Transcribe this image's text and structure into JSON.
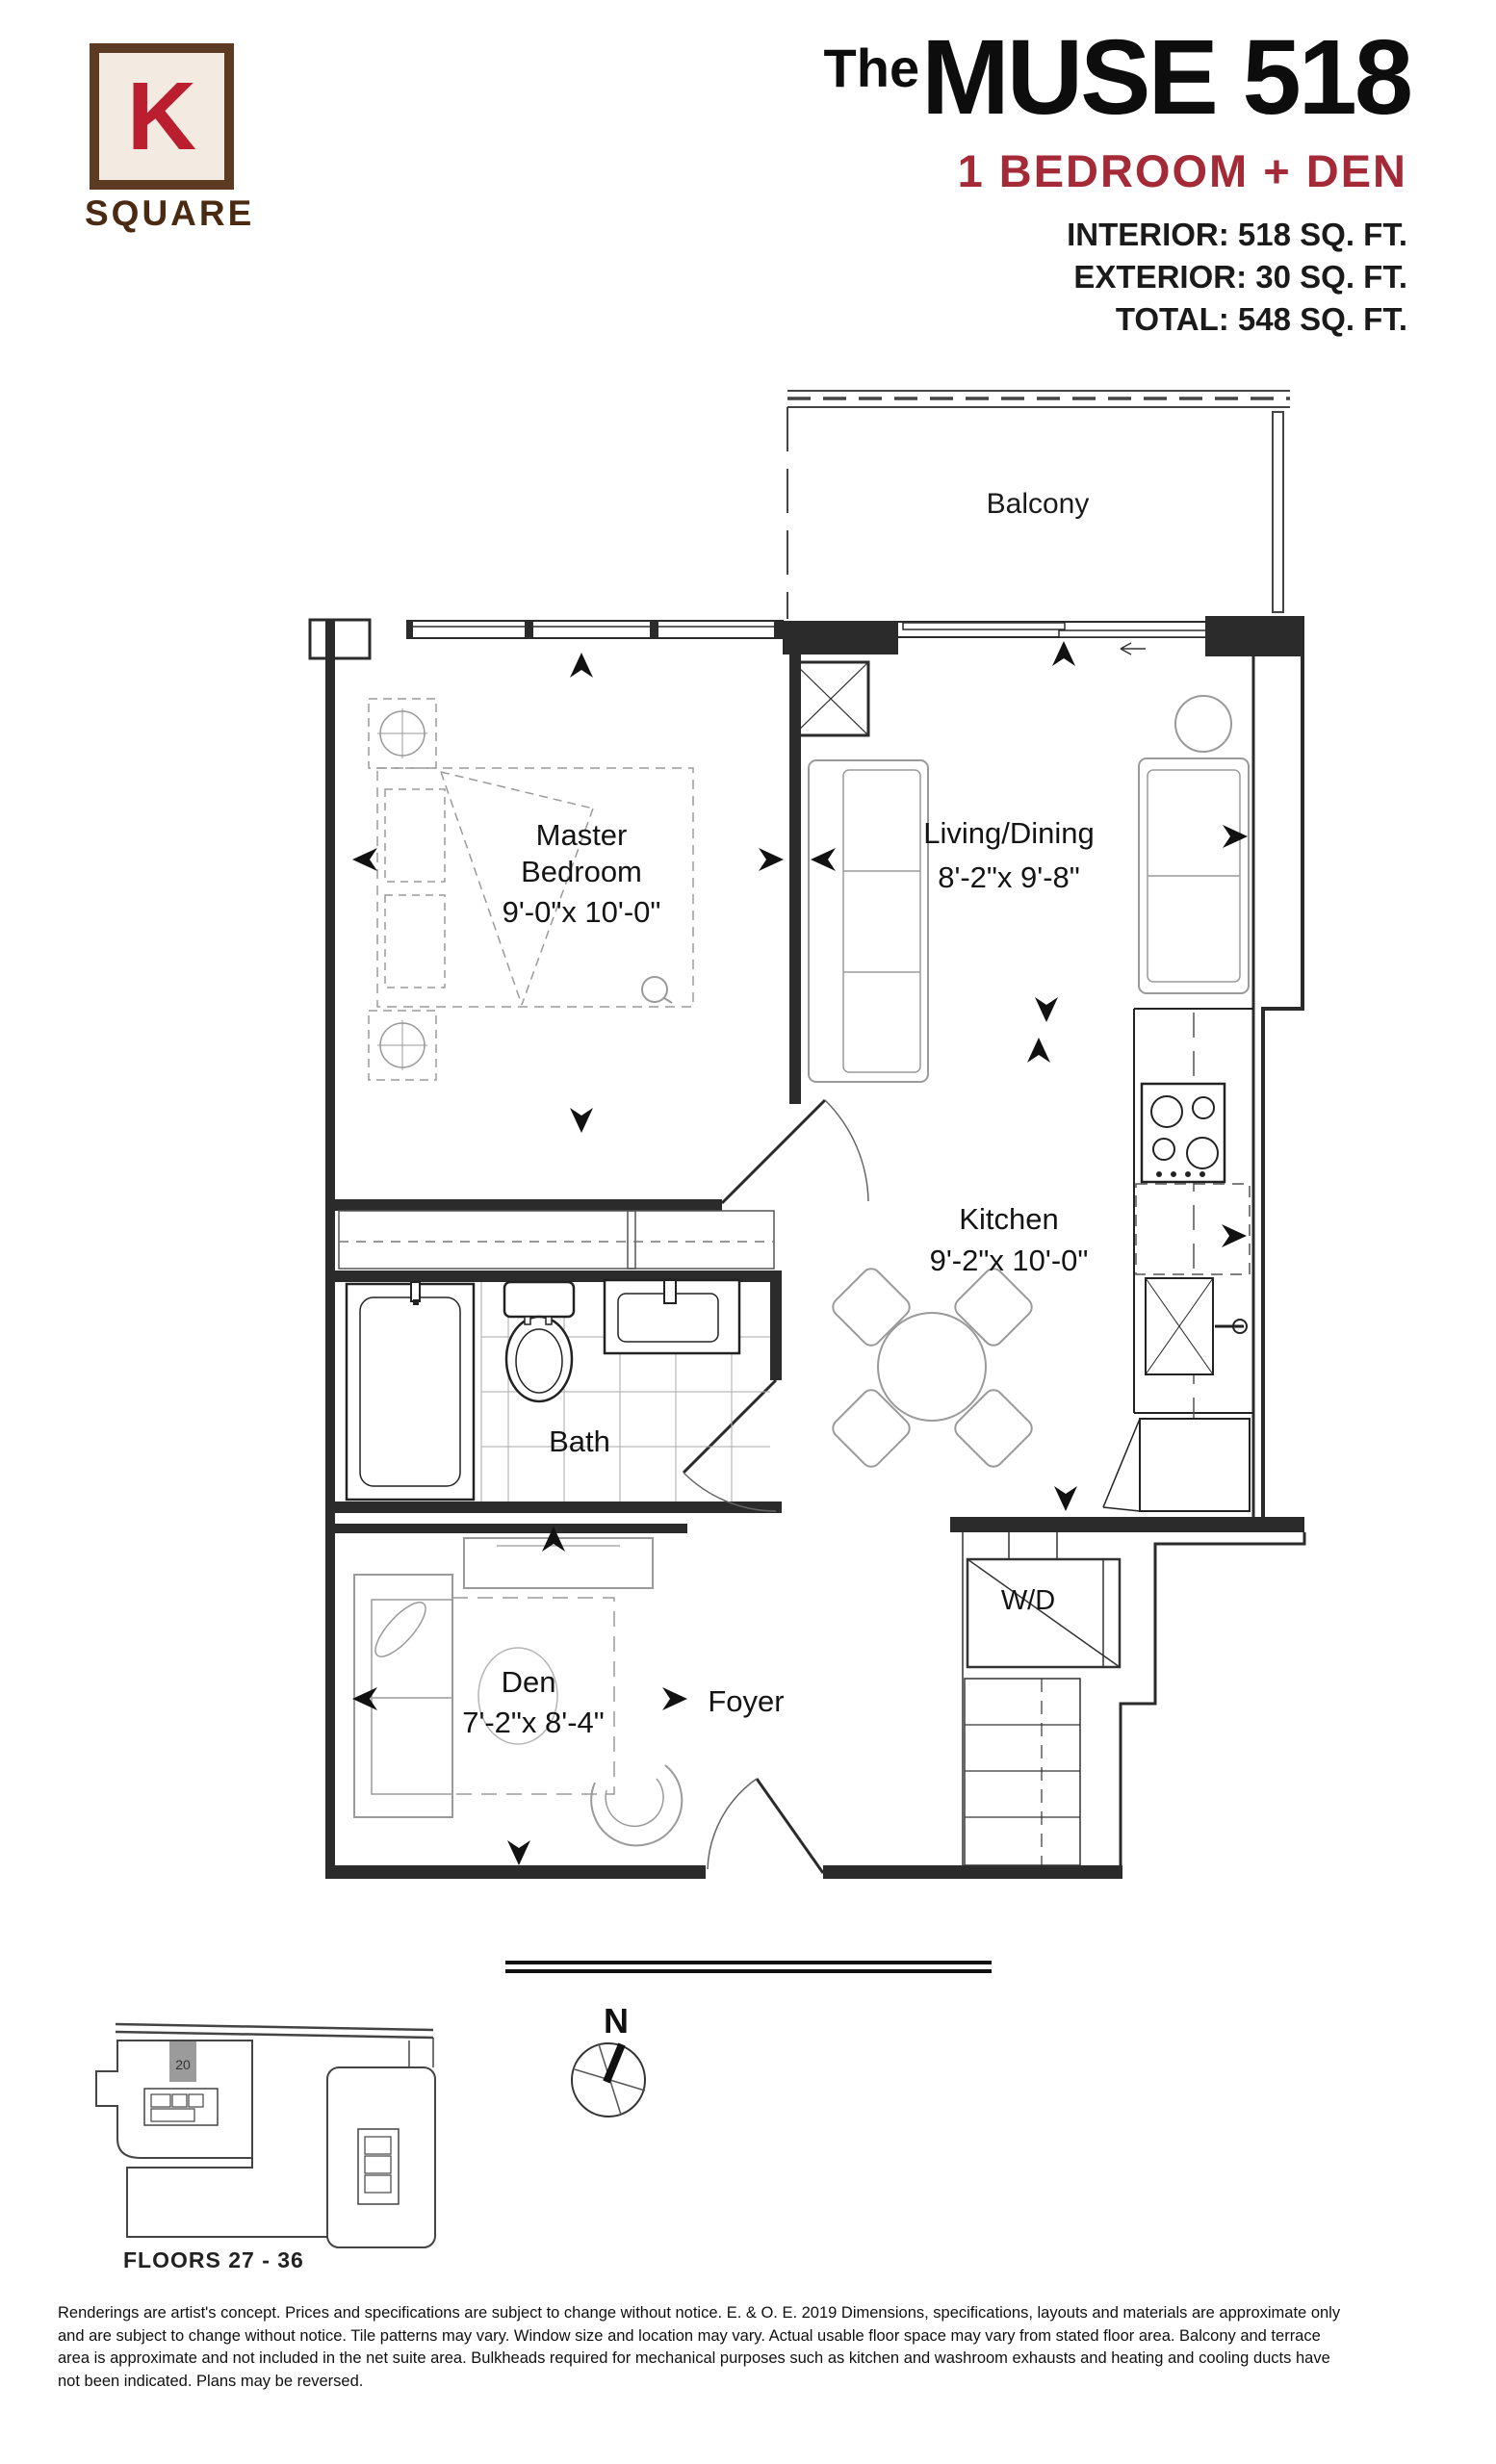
{
  "logo": {
    "letter": "K",
    "name": "SQUARE"
  },
  "header": {
    "title_prefix": "The",
    "title": "MUSE 518",
    "subtitle": "1 BEDROOM + DEN",
    "stats": [
      {
        "label": "INTERIOR:",
        "value": "518",
        "unit": "SQ. FT."
      },
      {
        "label": "EXTERIOR:",
        "value": "30",
        "unit": "SQ. FT."
      },
      {
        "label": "TOTAL:",
        "value": "548",
        "unit": "SQ. FT."
      }
    ]
  },
  "plan": {
    "balcony": {
      "label": "Balcony"
    },
    "master": {
      "line1": "Master",
      "line2": "Bedroom",
      "dims": "9'-0\"x 10'-0\""
    },
    "living": {
      "label": "Living/Dining",
      "dims": "8'-2\"x 9'-8\""
    },
    "kitchen": {
      "label": "Kitchen",
      "dims": "9'-2\"x 10'-0\""
    },
    "bath": {
      "label": "Bath"
    },
    "den": {
      "label": "Den",
      "dims": "7'-2\"x 8'-4\""
    },
    "foyer": {
      "label": "Foyer"
    },
    "wd": {
      "label": "W/D"
    }
  },
  "footer": {
    "keyplan_unit": "20",
    "floors": "FLOORS 27 - 36",
    "north": "N"
  },
  "disclaimer": {
    "lines": [
      "Renderings are artist's concept. Prices and specifications are subject to change without notice. E. & O. E. 2019 Dimensions, specifications, layouts and materials are approximate only",
      "and are subject to change without notice. Tile patterns may vary. Window size and location may vary. Actual usable floor space may vary from stated floor area. Balcony and terrace",
      "area is approximate and not included in the net suite area. Bulkheads required for mechanical purposes such as kitchen and washroom exhausts and heating and cooling ducts have",
      "not been indicated. Plans may be reversed."
    ]
  },
  "colors": {
    "accent_red": "#a42a38",
    "logo_red": "#bb1f2f",
    "logo_brown": "#5d3b22",
    "logo_text_brown": "#4b2a12",
    "wall_black": "#2b2b2b",
    "furniture_gray": "#9a9a9a",
    "keyplan_unit_fill": "#9b9b9b"
  }
}
